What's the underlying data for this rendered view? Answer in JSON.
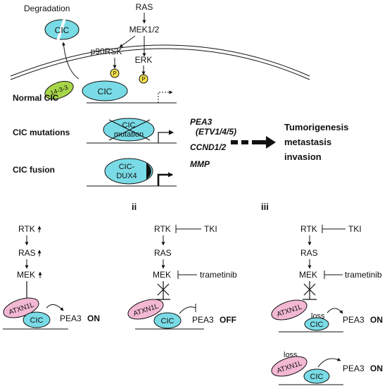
{
  "colors": {
    "cic": "#79dbe6",
    "atxn": "#f3b8d4",
    "adapter": "#a8d64a",
    "phospho": "#f2e24a",
    "line": "#111111"
  },
  "top": {
    "degradation": "Degradation",
    "cic_degraded": "CIC",
    "ras": "RAS",
    "mek": "MEK1/2",
    "p90rsk": "p90RSK",
    "erk": "ERK",
    "adapter": "14-3-3",
    "phospho": "P",
    "cic": "CIC",
    "rows": [
      {
        "label": "Normal CIC"
      },
      {
        "label": "CIC mutations",
        "protein": [
          "CIC",
          "mutation"
        ]
      },
      {
        "label": "CIC fusion",
        "protein": [
          "CIC-",
          "DUX4"
        ]
      }
    ],
    "targets": [
      "PEA3",
      "(ETV1/4/5)",
      "CCND1/2",
      "MMP"
    ],
    "outcomes": [
      "Tumorigenesis",
      "metastasis",
      "invasion"
    ]
  },
  "panels": {
    "i": {
      "rtk": "RTK",
      "ras": "RAS",
      "mek": "MEK",
      "atxn": "ATXN1L",
      "cic": "CIC",
      "pea3": "PEA3",
      "state": "ON"
    },
    "ii": {
      "label": "ii",
      "rtk": "RTK",
      "tki": "TKI",
      "ras": "RAS",
      "mek": "MEK",
      "tram": "trametinib",
      "atxn": "ATXN1L",
      "cic": "CIC",
      "pea3": "PEA3",
      "state": "OFF"
    },
    "iii": {
      "label": "iii",
      "rtk": "RTK",
      "tki": "TKI",
      "ras": "RAS",
      "mek": "MEK",
      "tram": "trametinib",
      "atxn": "ATXN1L",
      "loss": "loss",
      "cic": "CIC",
      "pea3": "PEA3",
      "state": "ON"
    },
    "iv": {
      "loss": "loss",
      "atxn": "ATXN1L",
      "cic": "CIC",
      "pea3": "PEA3",
      "state": "ON"
    }
  }
}
